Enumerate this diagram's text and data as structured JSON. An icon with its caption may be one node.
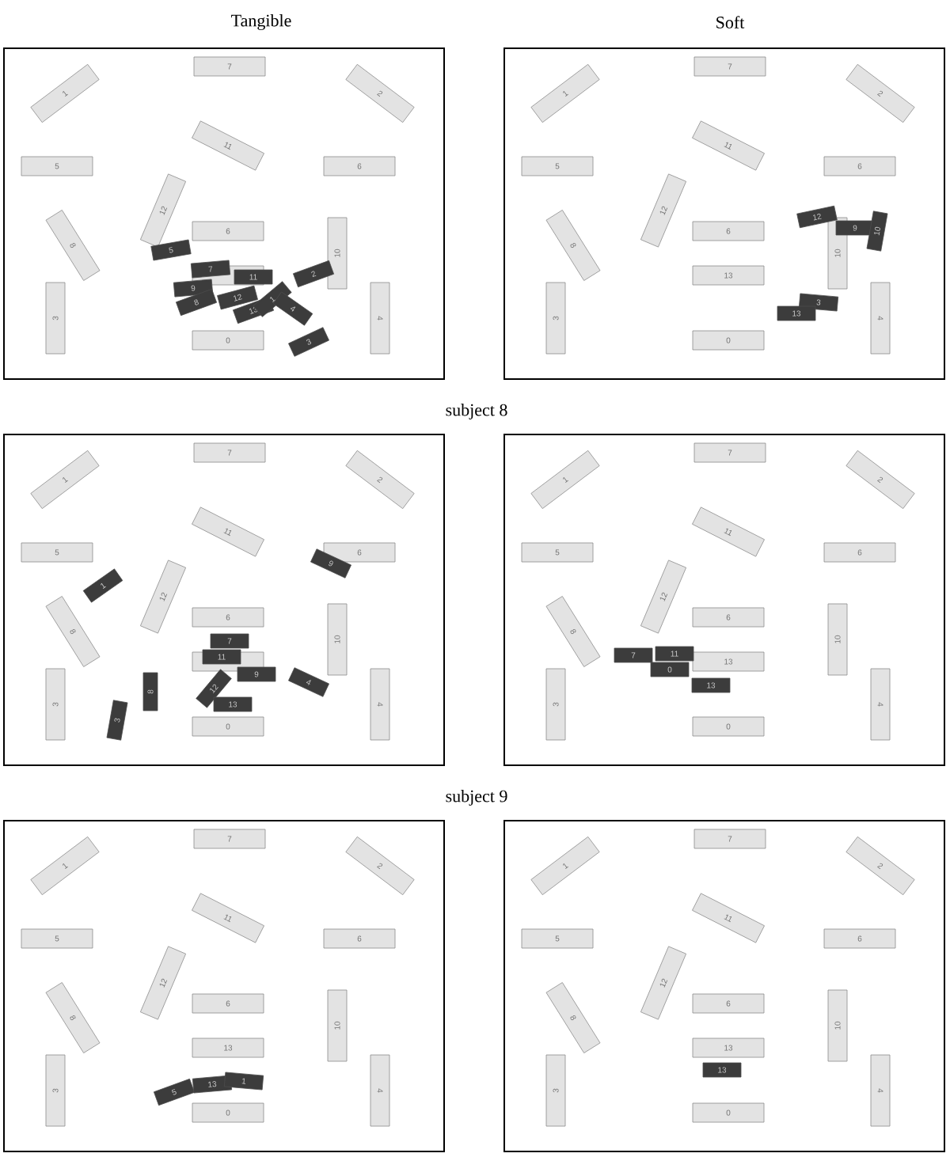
{
  "diagram": {
    "nodes": [
      {
        "text": [],
        "shape": "box"
      },
      {
        "text": [],
        "shape": "box"
      },
      {
        "text": [],
        "shape": "box"
      },
      {
        "text": [],
        "shape": "box"
      },
      {
        "text": [],
        "shape": "box"
      },
      {
        "text": [],
        "shape": "box"
      },
      {
        "text": [
          "7"
        ],
        "in": 0
      },
      {
        "text": [
          "1"
        ],
        "in": 0
      },
      {
        "text": [
          "2"
        ],
        "in": 0
      },
      {
        "text": [
          "11"
        ],
        "in": 0
      },
      {
        "text": [
          "5"
        ],
        "in": 0
      },
      {
        "text": [
          "9"
        ],
        "in": 0
      },
      {
        "text": [
          "12"
        ],
        "in": 0
      },
      {
        "text": [
          "8"
        ],
        "in": 0
      },
      {
        "text": [
          "6"
        ],
        "in": 0
      },
      {
        "text": [
          "10"
        ],
        "in": 0
      },
      {
        "text": [],
        "shape": "box",
        "in": 0
      },
      {
        "text": [
          "3"
        ],
        "in": 0
      },
      {
        "text": [
          "4"
        ],
        "in": 0
      },
      {
        "text": [
          "0"
        ],
        "in": 0
      },
      {
        "text": [
          "5"
        ],
        "in": 0
      },
      {
        "text": [
          "2"
        ],
        "in": 0
      },
      {
        "text": [
          "7"
        ],
        "in": 0
      },
      {
        "text": [
          "11"
        ],
        "in": 0
      },
      {
        "text": [
          "9"
        ],
        "in": 0
      },
      {
        "text": [
          "8"
        ],
        "in": 0
      },
      {
        "text": [
          "12"
        ],
        "in": 0
      },
      {
        "text": [
          "13"
        ],
        "in": 0
      },
      {
        "text": [
          "1"
        ],
        "in": 0
      },
      {
        "text": [
          "4"
        ],
        "in": 0
      },
      {
        "text": [
          "3"
        ],
        "in": 0
      },
      {
        "text": [
          "7"
        ],
        "in": 1
      },
      {
        "text": [
          "1"
        ],
        "in": 1
      },
      {
        "text": [
          "2"
        ],
        "in": 1
      },
      {
        "text": [
          "11"
        ],
        "in": 1
      },
      {
        "text": [
          "5"
        ],
        "in": 1
      },
      {
        "text": [
          "9"
        ],
        "in": 1
      },
      {
        "text": [
          "12"
        ],
        "in": 1
      },
      {
        "text": [
          "8"
        ],
        "in": 1
      },
      {
        "text": [
          "6"
        ],
        "in": 1
      },
      {
        "text": [
          "10"
        ],
        "in": 1
      },
      {
        "text": [
          "13"
        ],
        "in": 1
      },
      {
        "text": [
          "3"
        ],
        "in": 1
      },
      {
        "text": [
          "4"
        ],
        "in": 1
      },
      {
        "text": [
          "0"
        ],
        "in": 1
      },
      {
        "text": [
          "12"
        ],
        "in": 1
      },
      {
        "text": [
          "9"
        ],
        "in": 1
      },
      {
        "text": [
          "10"
        ],
        "in": 1
      },
      {
        "text": [
          "3"
        ],
        "in": 1
      },
      {
        "text": [
          "13"
        ],
        "in": 1
      },
      {
        "text": [
          "7"
        ],
        "in": 2
      },
      {
        "text": [
          "1"
        ],
        "in": 2
      },
      {
        "text": [
          "2"
        ],
        "in": 2
      },
      {
        "text": [
          "11"
        ],
        "in": 2
      },
      {
        "text": [
          "5"
        ],
        "in": 2
      },
      {
        "text": [
          "9"
        ],
        "in": 2
      },
      {
        "text": [
          "12"
        ],
        "in": 2
      },
      {
        "text": [
          "8"
        ],
        "in": 2
      },
      {
        "text": [
          "6"
        ],
        "in": 2
      },
      {
        "text": [
          "10"
        ],
        "in": 2
      },
      {
        "text": [],
        "shape": "box",
        "in": 2
      },
      {
        "text": [
          "3"
        ],
        "in": 2
      },
      {
        "text": [
          "4"
        ],
        "in": 2
      },
      {
        "text": [
          "0"
        ],
        "in": 2
      },
      {
        "text": [
          "1"
        ],
        "in": 2
      },
      {
        "text": [
          "9"
        ],
        "in": 2
      },
      {
        "text": [
          "7"
        ],
        "in": 2
      },
      {
        "text": [
          "11"
        ],
        "in": 2
      },
      {
        "text": [
          "9"
        ],
        "in": 2
      },
      {
        "text": [
          "12"
        ],
        "in": 2
      },
      {
        "text": [
          "13"
        ],
        "in": 2
      },
      {
        "text": [
          "8"
        ],
        "in": 2
      },
      {
        "text": [
          "3"
        ],
        "in": 2
      },
      {
        "text": [
          "4"
        ],
        "in": 2
      },
      {
        "text": [
          "7"
        ],
        "in": 3
      },
      {
        "text": [
          "1"
        ],
        "in": 3
      },
      {
        "text": [
          "2"
        ],
        "in": 3
      },
      {
        "text": [
          "11"
        ],
        "in": 3
      },
      {
        "text": [
          "5"
        ],
        "in": 3
      },
      {
        "text": [
          "9"
        ],
        "in": 3
      },
      {
        "text": [
          "12"
        ],
        "in": 3
      },
      {
        "text": [
          "8"
        ],
        "in": 3
      },
      {
        "text": [
          "6"
        ],
        "in": 3
      },
      {
        "text": [
          "10"
        ],
        "in": 3
      },
      {
        "text": [
          "13"
        ],
        "in": 3
      },
      {
        "text": [
          "3"
        ],
        "in": 3
      },
      {
        "text": [
          "4"
        ],
        "in": 3
      },
      {
        "text": [
          "0"
        ],
        "in": 3
      },
      {
        "text": [
          "7"
        ],
        "in": 3
      },
      {
        "text": [
          "11"
        ],
        "in": 3
      },
      {
        "text": [
          "0"
        ],
        "in": 3
      },
      {
        "text": [
          "13"
        ],
        "in": 3
      },
      {
        "text": [
          "7"
        ],
        "in": 4
      },
      {
        "text": [
          "1"
        ],
        "in": 4
      },
      {
        "text": [
          "2"
        ],
        "in": 4
      },
      {
        "text": [
          "11"
        ],
        "in": 4
      },
      {
        "text": [
          "5"
        ],
        "in": 4
      },
      {
        "text": [
          "9"
        ],
        "in": 4
      },
      {
        "text": [
          "12"
        ],
        "in": 4
      },
      {
        "text": [
          "8"
        ],
        "in": 4
      },
      {
        "text": [
          "6"
        ],
        "in": 4
      },
      {
        "text": [
          "10"
        ],
        "in": 4
      },
      {
        "text": [
          "13"
        ],
        "in": 4
      },
      {
        "text": [
          "3"
        ],
        "in": 4
      },
      {
        "text": [
          "4"
        ],
        "in": 4
      },
      {
        "text": [
          "0"
        ],
        "in": 4
      },
      {
        "text": [
          "5"
        ],
        "in": 4
      },
      {
        "text": [
          "13"
        ],
        "in": 4
      },
      {
        "text": [
          "1"
        ],
        "in": 4
      },
      {
        "text": [
          "7"
        ],
        "in": 5
      },
      {
        "text": [
          "1"
        ],
        "in": 5
      },
      {
        "text": [
          "2"
        ],
        "in": 5
      },
      {
        "text": [
          "11"
        ],
        "in": 5
      },
      {
        "text": [
          "5"
        ],
        "in": 5
      },
      {
        "text": [
          "9"
        ],
        "in": 5
      },
      {
        "text": [
          "12"
        ],
        "in": 5
      },
      {
        "text": [
          "8"
        ],
        "in": 5
      },
      {
        "text": [
          "6"
        ],
        "in": 5
      },
      {
        "text": [
          "10"
        ],
        "in": 5
      },
      {
        "text": [
          "13"
        ],
        "in": 5
      },
      {
        "text": [
          "3"
        ],
        "in": 5
      },
      {
        "text": [
          "4"
        ],
        "in": 5
      },
      {
        "text": [
          "0"
        ],
        "in": 5
      },
      {
        "text": [
          "13"
        ],
        "in": 5
      }
    ],
    "labels": [
      "Tangible",
      "Soft",
      "subject 8",
      "subject 9"
    ]
  }
}
